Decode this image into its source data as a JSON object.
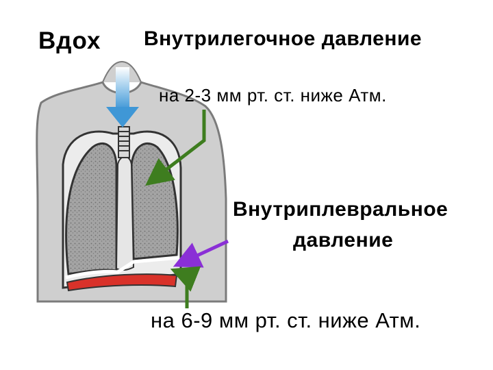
{
  "labels": {
    "title": "Вдох",
    "intrapulmonary": "Внутрилегочное давление",
    "intrapulmonary_value": "на 2-3 мм рт. ст. ниже Атм.",
    "intrapleural_line1": "Внутриплевральное",
    "intrapleural_line2": "давление",
    "intrapleural_value": "на 6-9 мм рт. ст. ниже Атм."
  },
  "colors": {
    "airflow_arrow": "#4aa3dc",
    "pointer_intrapulmonary": "#3e7d1f",
    "pointer_intrapleural": "#8a2fd6",
    "pointer_value": "#3e7d1f",
    "diaphragm": "#d9322a",
    "torso": "#c9c9c9",
    "lung": "#9a9a9a"
  },
  "icons": {
    "airflow": "down-arrow-icon"
  }
}
